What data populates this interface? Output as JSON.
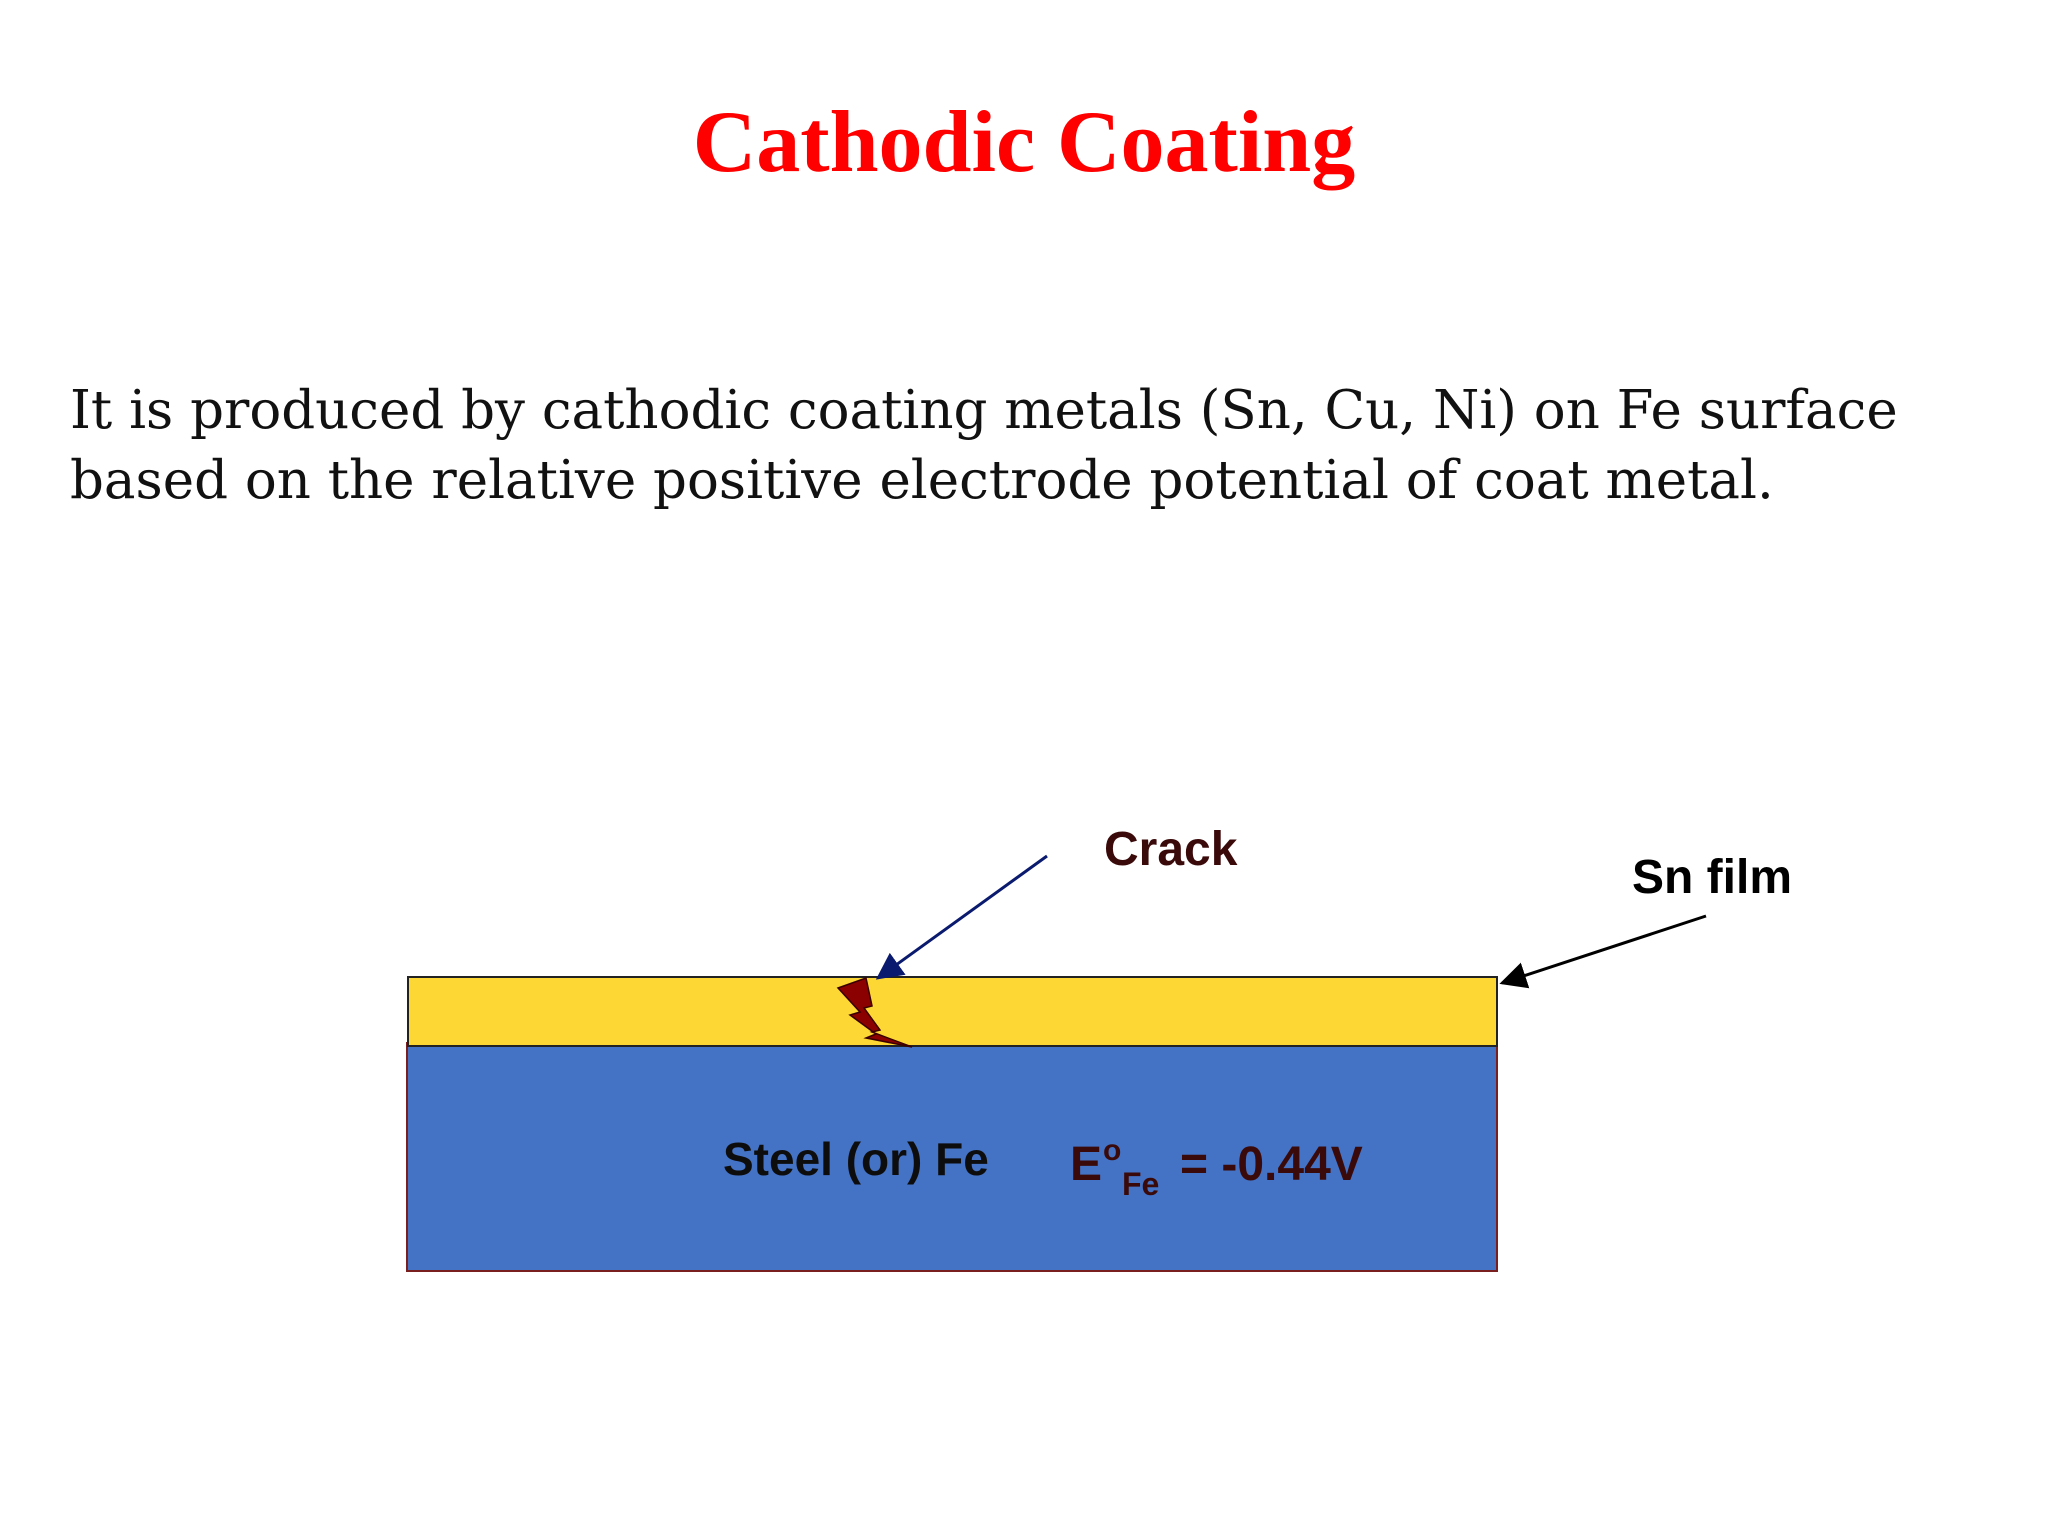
{
  "slide": {
    "title": "Cathodic Coating",
    "body_lines": [
      "It is produced by cathodic coating metals (Sn, Cu, Ni) on Fe surface",
      "based on the relative positive electrode potential of coat metal."
    ]
  },
  "diagram": {
    "crack_label": "Crack",
    "film_label": "Sn film",
    "substrate_label": "Steel (or) Fe",
    "potential": {
      "symbol": "E",
      "superscript": "o",
      "subscript": "Fe",
      "value": "= -0.44V"
    },
    "colors": {
      "film": "#fdd835",
      "substrate": "#4472c4",
      "crack": "#8b0000",
      "label_dark": "#3a0a0a",
      "crack_arrow": "#0a1a6e",
      "title": "#ff0000"
    }
  }
}
